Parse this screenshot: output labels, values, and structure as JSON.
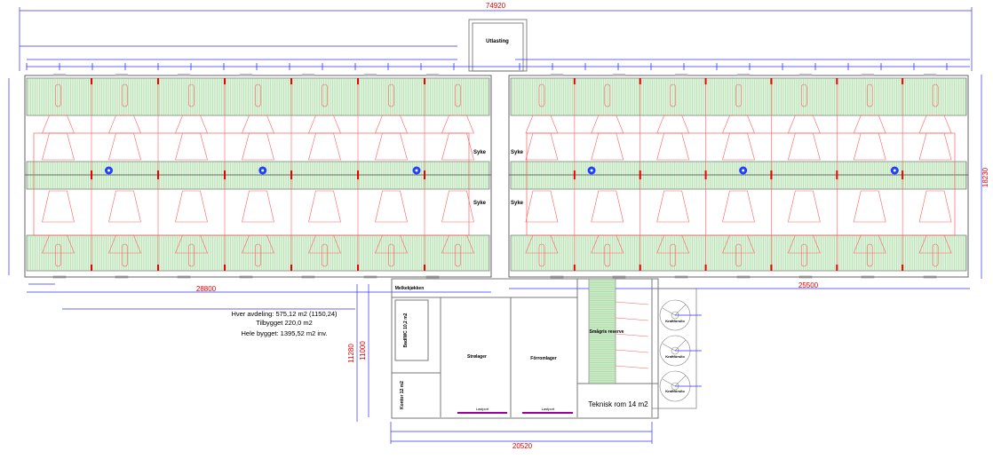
{
  "drawing": {
    "overall_width": "74920",
    "left_section_width": "28800",
    "right_section_width": "25500",
    "building_depth": "18230",
    "annex_width": "20520",
    "annex_depth_outer": "11280",
    "annex_depth_inner": "11000"
  },
  "rooms": {
    "utlasting": "Utlasting",
    "syke_1": "Syke",
    "syke_2": "Syke",
    "syke_3": "Syke",
    "syke_4": "Syke",
    "melkekjokken": "Melkekjøkken",
    "bad_wc": "Bad/WC 10,2 m2",
    "kontor": "Kontor 12 m2",
    "strolager": "Strølager",
    "forromlager": "Fôrromlager",
    "smagris": "Smågris reserve",
    "teknisk": "Teknisk rom 14 m2",
    "silo_1": "Kraftfôrsilo",
    "silo_2": "Kraftfôrsilo",
    "silo_3": "Kraftfôrsilo",
    "lastport_1": "Lastport",
    "lastport_2": "Lastport"
  },
  "notes": {
    "line1": "Hver avdeling: 575,12 m2  (1150,24)",
    "line2": "Tilbygget 220,0 m2",
    "line3": "Hele bygget: 1395,52 m2 inv."
  },
  "colors": {
    "dimension_line": "#0000ff",
    "dimension_text": "#e00000",
    "pen_lines": "#ff6060",
    "slatted_floor": "#8fd48f",
    "walls": "#666666"
  }
}
